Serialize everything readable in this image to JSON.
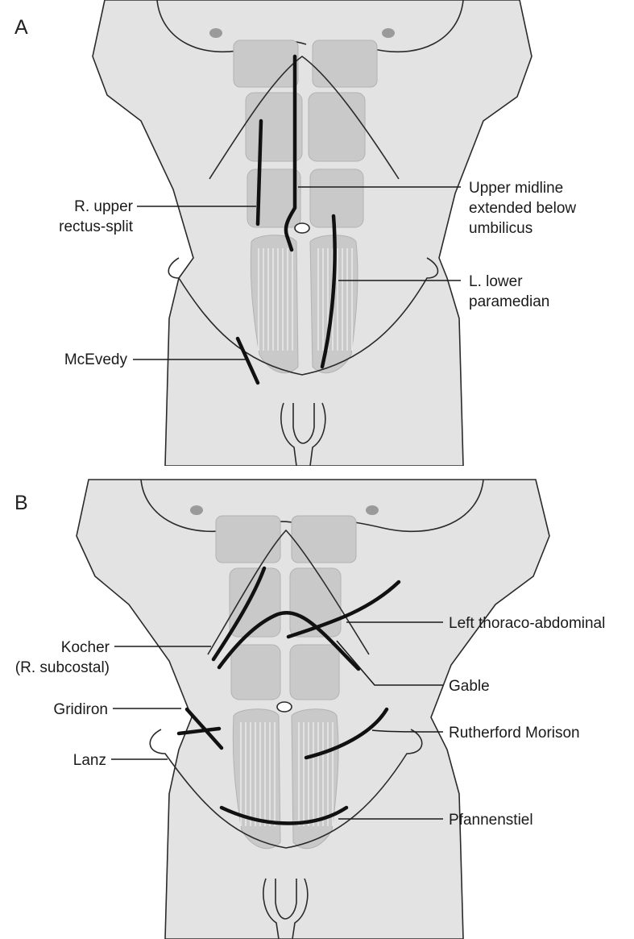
{
  "panel_a": {
    "letter": "A",
    "labels": {
      "r_upper_1": "R. upper",
      "r_upper_2": "rectus-split",
      "upper_midline_1": "Upper midline",
      "upper_midline_2": "extended below",
      "upper_midline_3": "umbilicus",
      "l_lower_1": "L. lower",
      "l_lower_2": "paramedian",
      "mcevedy": "McEvedy"
    }
  },
  "panel_b": {
    "letter": "B",
    "labels": {
      "left_thoraco": "Left thoraco-abdominal",
      "kocher_1": "Kocher",
      "kocher_2": "(R. subcostal)",
      "gable": "Gable",
      "gridiron": "Gridiron",
      "rutherford": "Rutherford Morison",
      "lanz": "Lanz",
      "pfannenstiel": "Pfannenstiel"
    }
  },
  "colors": {
    "skin": "#e3e3e3",
    "muscle": "#c9c9c9",
    "incision": "#111111",
    "nipple": "#9a9a9a"
  }
}
